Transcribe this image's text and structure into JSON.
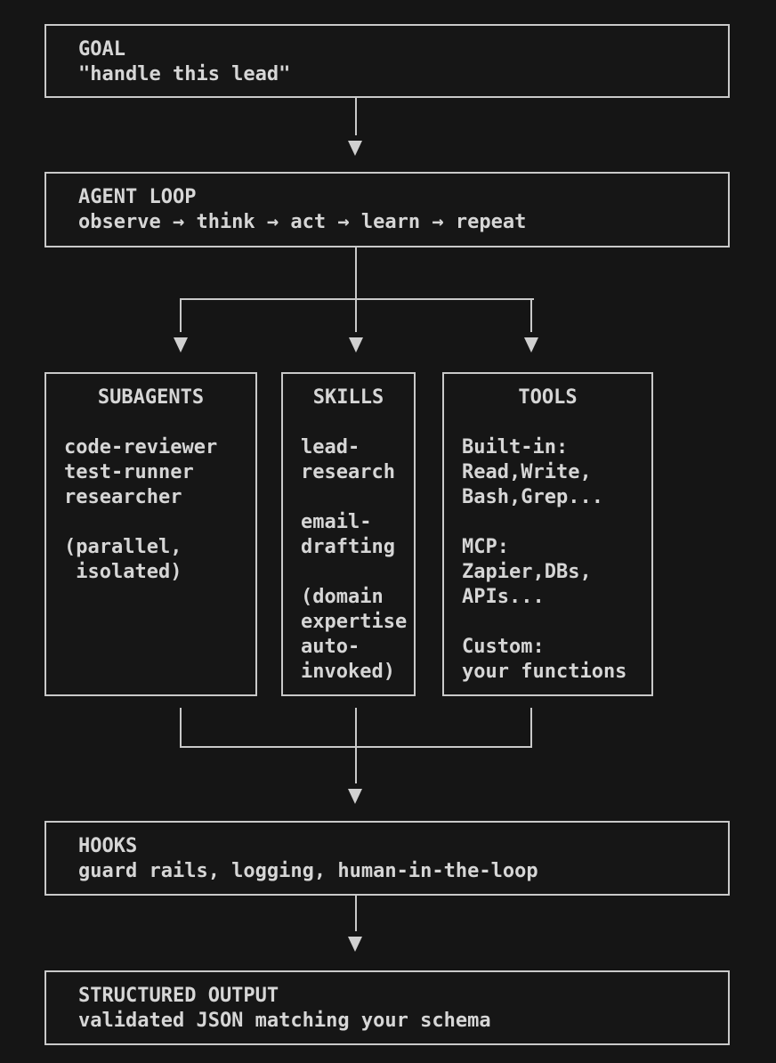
{
  "diagram": {
    "goal": {
      "title": "GOAL",
      "subtitle": "\"handle this lead\""
    },
    "agent_loop": {
      "title": "AGENT LOOP",
      "subtitle": "observe → think → act → learn → repeat"
    },
    "subagents": {
      "title": "SUBAGENTS",
      "lines": [
        "code-reviewer",
        "test-runner",
        "researcher",
        "",
        "(parallel,",
        " isolated)"
      ]
    },
    "skills": {
      "title": "SKILLS",
      "lines": [
        "lead-",
        "research",
        "",
        "email-",
        "drafting",
        "",
        "(domain",
        "expertise",
        "auto-",
        "invoked)"
      ]
    },
    "tools": {
      "title": "TOOLS",
      "lines": [
        "Built-in:",
        "Read,Write,",
        "Bash,Grep...",
        "",
        "MCP:",
        "Zapier,DBs,",
        "APIs...",
        "",
        "Custom:",
        "your functions"
      ]
    },
    "hooks": {
      "title": "HOOKS",
      "subtitle": "guard rails, logging, human-in-the-loop"
    },
    "structured_output": {
      "title": "STRUCTURED OUTPUT",
      "subtitle": "validated JSON matching your schema"
    },
    "colors": {
      "background": "#151515",
      "box_border": "#c9c9c9",
      "text": "#d6d6d6",
      "arrow": "#d0d0d0"
    }
  }
}
